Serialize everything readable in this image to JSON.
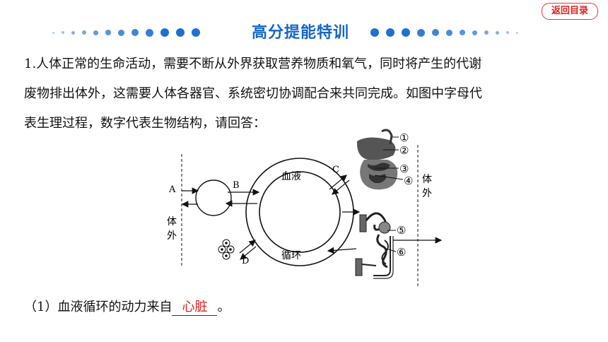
{
  "header": {
    "title": "高分提能特训",
    "return_label": "返回目录"
  },
  "question": {
    "line1": "1.人体正常的生命活动，需要不断从外界获取营养物质和氧气，同时将产生的代谢",
    "line2": "废物排出体外，这需要人体各器官、系统密切协调配合来共同完成。如图中字母代",
    "line3": "表生理过程，数字代表生物结构，请回答："
  },
  "diagram": {
    "label_A": "A",
    "label_B": "B",
    "label_C": "C",
    "label_D": "D",
    "circle_top": "血液",
    "circle_bottom": "循环",
    "outside_left_1": "体",
    "outside_left_2": "外",
    "outside_right_1": "体",
    "outside_right_2": "外",
    "n1": "①",
    "n2": "②",
    "n3": "③",
    "n4": "④",
    "n5": "⑤",
    "n6": "⑥"
  },
  "sub_question": {
    "prefix": "（1）血液循环的动力来自",
    "answer": "心脏",
    "suffix": "。"
  },
  "colors": {
    "accent": "#1466cc",
    "answer": "#e02020"
  }
}
